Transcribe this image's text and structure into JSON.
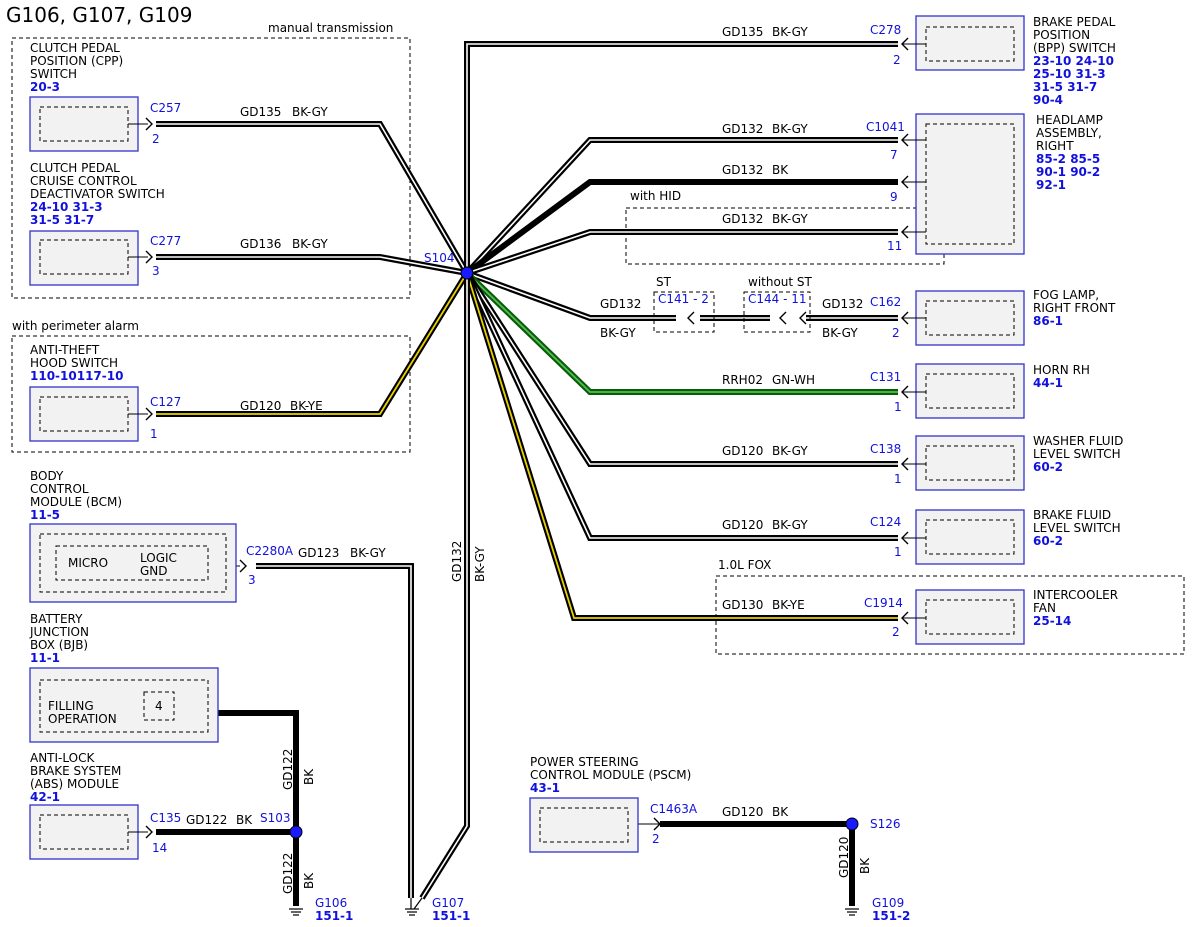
{
  "title": "G106, G107, G109",
  "optional_groups": {
    "manual": "manual transmission",
    "perimeter": "with perimeter alarm",
    "hid": "with HID",
    "fox": "1.0L FOX",
    "st": "ST",
    "without_st": "without ST"
  },
  "splices": {
    "s104": "S104",
    "s103": "S103",
    "s126": "S126"
  },
  "components": {
    "cpp": {
      "name": [
        "CLUTCH PEDAL",
        "POSITION (CPP)",
        "SWITCH"
      ],
      "refs": [
        "20-3"
      ],
      "connector": "C257",
      "pin": "2",
      "circuit": "GD135",
      "color": "BK-GY"
    },
    "cruise": {
      "name": [
        "CLUTCH PEDAL",
        "CRUISE CONTROL",
        "DEACTIVATOR SWITCH"
      ],
      "refs": [
        "24-10 31-3",
        "31-5  31-7"
      ],
      "connector": "C277",
      "pin": "3",
      "circuit": "GD136",
      "color": "BK-GY"
    },
    "hood": {
      "name": [
        "ANTI-THEFT",
        "HOOD SWITCH"
      ],
      "refs": [
        "110-10117-10"
      ],
      "connector": "C127",
      "pin": "1",
      "circuit": "GD120",
      "color": "BK-YE"
    },
    "bcm": {
      "name": [
        "BODY",
        "CONTROL",
        "MODULE (BCM)"
      ],
      "refs": [
        "11-5"
      ],
      "inner": [
        "MICRO",
        "LOGIC",
        "GND"
      ],
      "connector": "C2280A",
      "pin": "3",
      "circuit": "GD123",
      "color": "BK-GY"
    },
    "bjb": {
      "name": [
        "BATTERY",
        "JUNCTION",
        "BOX (BJB)"
      ],
      "refs": [
        "11-1"
      ],
      "inner": [
        "FILLING",
        "OPERATION"
      ],
      "pin": "4",
      "circuit_v": "GD122",
      "color_v": "BK"
    },
    "abs": {
      "name": [
        "ANTI-LOCK",
        "BRAKE SYSTEM",
        "(ABS) MODULE"
      ],
      "refs": [
        "42-1"
      ],
      "connector": "C135",
      "pin": "14",
      "circuit": "GD122",
      "color": "BK",
      "circuit_v": "GD122",
      "color_v": "BK"
    },
    "bpp": {
      "name": [
        "BRAKE PEDAL",
        "POSITION",
        "(BPP) SWITCH"
      ],
      "refs": [
        "23-10 24-10",
        "25-10 31-3",
        "31-5  31-7",
        "90-4"
      ],
      "connector": "C278",
      "pin": "2",
      "circuit": "GD135",
      "color": "BK-GY"
    },
    "headlamp": {
      "name": [
        "HEADLAMP",
        "ASSEMBLY,",
        "RIGHT"
      ],
      "refs": [
        "85-2  85-5",
        "90-1  90-2",
        "92-1"
      ],
      "connector": "C1041",
      "pins": [
        "7",
        "9",
        "11"
      ],
      "circuits": [
        "GD132",
        "GD132",
        "GD132"
      ],
      "colors": [
        "BK-GY",
        "BK",
        "BK-GY"
      ]
    },
    "fog": {
      "name": [
        "FOG LAMP,",
        "RIGHT FRONT"
      ],
      "refs": [
        "86-1"
      ],
      "connector": "C162",
      "pin": "2",
      "circuit": "GD132",
      "color": "BK-GY",
      "circuit_left": "GD132",
      "color_left": "BK-GY",
      "inline1": "C141 - 2",
      "inline2": "C144 - 11"
    },
    "horn": {
      "name": [
        "HORN RH"
      ],
      "refs": [
        "44-1"
      ],
      "connector": "C131",
      "pin": "1",
      "circuit": "RRH02",
      "color": "GN-WH"
    },
    "washer": {
      "name": [
        "WASHER FLUID",
        "LEVEL SWITCH"
      ],
      "refs": [
        "60-2"
      ],
      "connector": "C138",
      "pin": "1",
      "circuit": "GD120",
      "color": "BK-GY"
    },
    "brakefluid": {
      "name": [
        "BRAKE FLUID",
        "LEVEL SWITCH"
      ],
      "refs": [
        "60-2"
      ],
      "connector": "C124",
      "pin": "1",
      "circuit": "GD120",
      "color": "BK-GY"
    },
    "intercooler": {
      "name": [
        "INTERCOOLER",
        "FAN"
      ],
      "refs": [
        "25-14"
      ],
      "connector": "C1914",
      "pin": "2",
      "circuit": "GD130",
      "color": "BK-YE"
    },
    "pscm": {
      "name": [
        "POWER STEERING",
        "CONTROL MODULE (PSCM)"
      ],
      "refs": [
        "43-1"
      ],
      "connector": "C1463A",
      "pin": "2",
      "circuit": "GD120",
      "color": "BK",
      "circuit_v": "GD120",
      "color_v": "BK"
    }
  },
  "trunk": {
    "circuit": "GD132",
    "color": "BK-GY"
  },
  "grounds": {
    "g106": {
      "name": "G106",
      "ref": "151-1"
    },
    "g107": {
      "name": "G107",
      "ref": "151-1"
    },
    "g109": {
      "name": "G109",
      "ref": "151-2"
    }
  }
}
